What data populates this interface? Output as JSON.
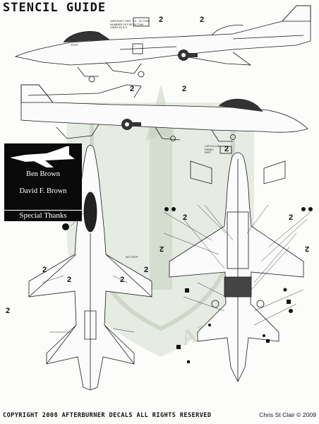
{
  "title": "STENCIL GUIDE",
  "credits": {
    "names": [
      "Ben Brown",
      "David F. Brown"
    ],
    "heading": "Special Thanks"
  },
  "footer": "COPYRIGHT 2008 AFTERBURNER DECALS ALL RIGHTS RESERVED",
  "photo_credit": "Chris St Clair © 2009",
  "watermark_text": "AIR CO",
  "stencils": {
    "aircraft_data": "AIRCRAFT SER. 7-5\nNUMBER 29 F4E 69-7299\nCARE 65 5-S",
    "tail_number": "73-7195",
    "step": "STEP",
    "no_step": "NO STEP",
    "latch_panel": "LATCH LUB\nPANEL\nINST."
  },
  "callouts": [
    "2",
    "2",
    "2",
    "2",
    "2",
    "2",
    "2",
    "2",
    "2",
    "2",
    "2",
    "2",
    "2",
    "2"
  ],
  "colors": {
    "credit_box": "#0a0a0a",
    "watermark": "#c8d1c2",
    "line": "#1a1a1a"
  }
}
